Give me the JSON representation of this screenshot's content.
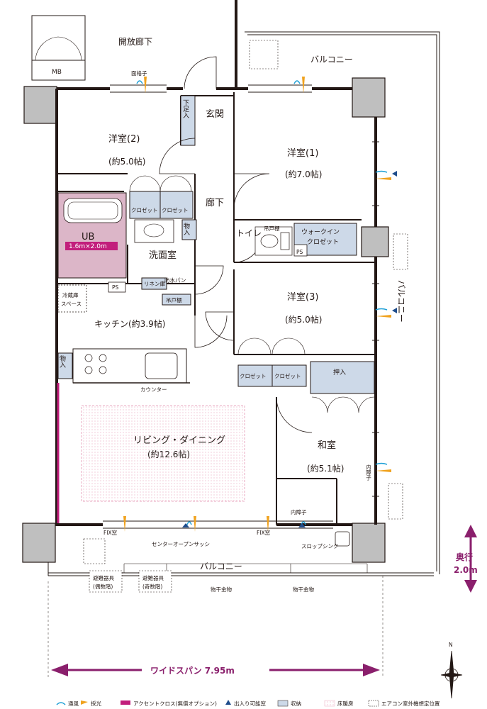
{
  "rooms": {
    "corridor_open": "開放廊下",
    "mb": "MB",
    "balcony_top": "バルコニー",
    "balcony_right": "バルコニー",
    "balcony_bottom": "バルコニー",
    "youshitsu2_name": "洋室(2)",
    "youshitsu2_size": "(約5.0帖)",
    "youshitsu1_name": "洋室(1)",
    "youshitsu1_size": "(約7.0帖)",
    "youshitsu3_name": "洋室(3)",
    "youshitsu3_size": "(約5.0帖)",
    "genkan": "玄関",
    "shoe_box": "下足入",
    "rouka": "廊下",
    "ub_name": "UB",
    "ub_size": "1.6m×2.0m",
    "senmen": "洗面室",
    "toilet": "トイレ",
    "walkin_1": "ウォークイン",
    "walkin_2": "クロゼット",
    "kitchen": "キッチン(約3.9帖)",
    "living_name": "リビング・ダイニング",
    "living_size": "(約12.6帖)",
    "washitsu_name": "和室",
    "washitsu_size": "(約5.1帖)",
    "oshiire": "押入"
  },
  "storage": {
    "closet": "クロゼット",
    "monoire": "物入",
    "linen": "リネン庫",
    "bousui_pan": "防水パン",
    "tsuridana": "吊戸棚",
    "ps": "PS",
    "reizouko_1": "冷蔵庫",
    "reizouko_2": "スペース"
  },
  "fixtures": {
    "menkoushi": "面格子",
    "counter": "カウンター",
    "fix_window": "FIX窓",
    "center_open_sash": "センターオープンサッシ",
    "uchi_shoji": "内障子",
    "slop_sink": "スロップシンク",
    "hinan_1_line1": "避難器具",
    "hinan_1_line2": "(偶数階)",
    "hinan_2_line1": "避難器具",
    "hinan_2_line2": "(奇数階)",
    "monohoshi": "物干金物"
  },
  "dimensions": {
    "depth_label": "奥行",
    "depth_value": "2.0m",
    "wide_span": "ワイドスパン 7.95m"
  },
  "compass": "N",
  "legend": {
    "ventilation": "通風",
    "daylight": "採光",
    "accent_cloth": "アクセントクロス(無償オプション)",
    "door_window": "出入り可能窓",
    "storage": "収納",
    "floor_heating": "床暖房",
    "ac_unit": "エアコン室外機想定位置"
  },
  "colors": {
    "wall": "#231815",
    "storage": "#cdd9e8",
    "ub": "#dcb6c8",
    "accent": "#c21e7c",
    "floor_heat": "#e9a9c0",
    "arrow": "#8a1f6c",
    "vent": "#1fa0d6",
    "light": "#f0a21e",
    "door_window": "#1f4d8c"
  }
}
